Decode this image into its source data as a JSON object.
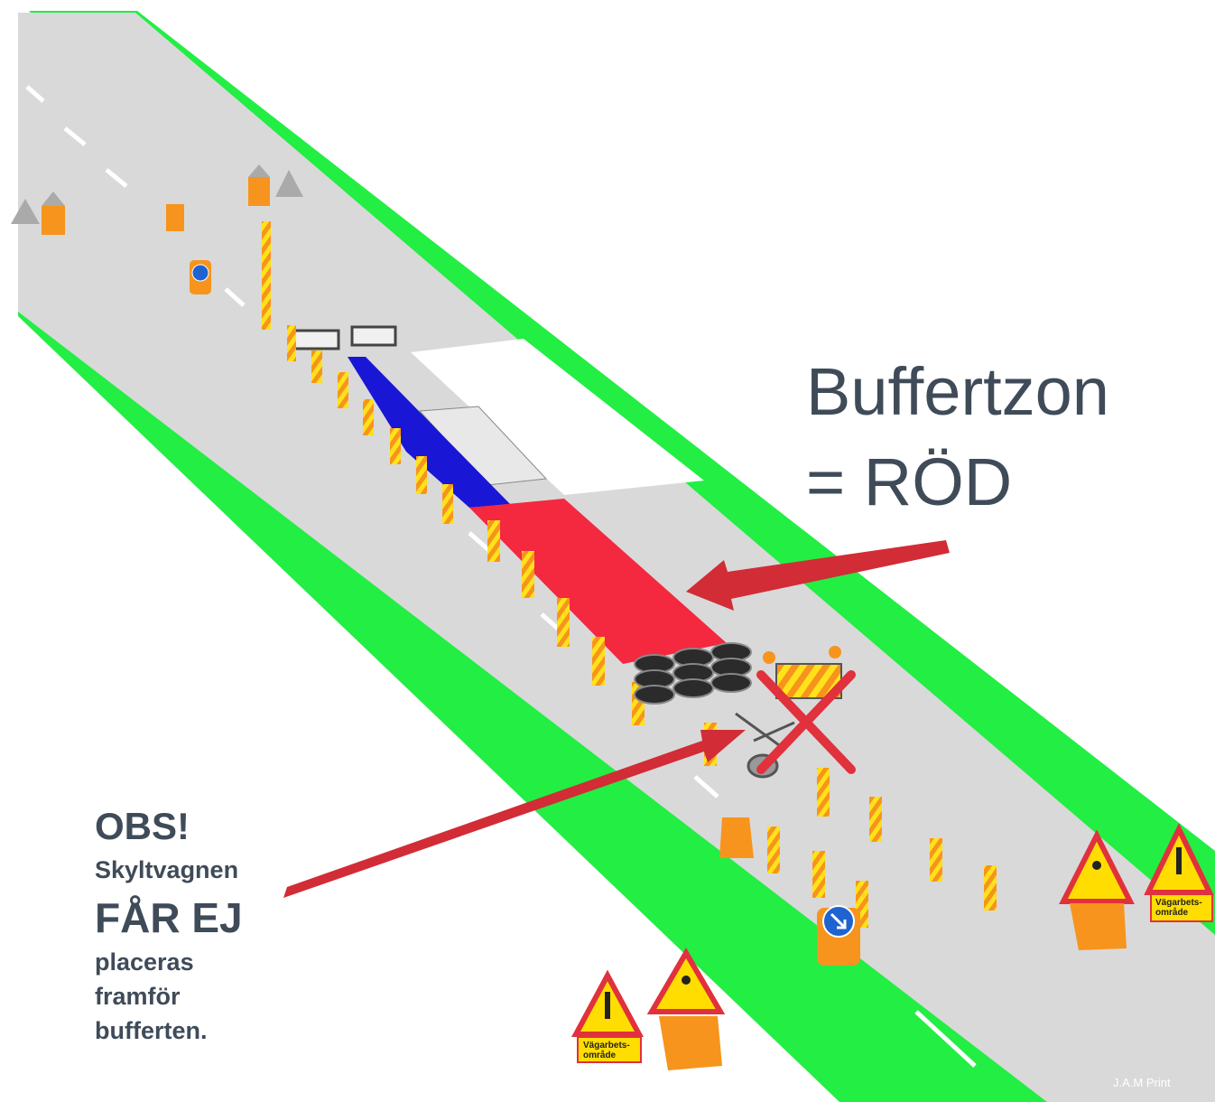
{
  "buffer_label": {
    "title": "Buffertzon",
    "equals": "= RÖD"
  },
  "warning": {
    "heading": "OBS!",
    "line1": "Skyltvagnen",
    "line2": "FÅR EJ",
    "line3": "placeras",
    "line4": "framför",
    "line5": "bufferten."
  },
  "credit": "J.A.M Print",
  "sign_text": "Vägarbets-\nområde",
  "colors": {
    "grass": "#22ee44",
    "road": "#d9d9d9",
    "buffer_zone": "#f4283f",
    "work_zone": "#1a16d6",
    "arrow": "#d22c36",
    "cross": "#e0313c",
    "text": "#3f4b58",
    "cone_orange": "#f7941d"
  }
}
